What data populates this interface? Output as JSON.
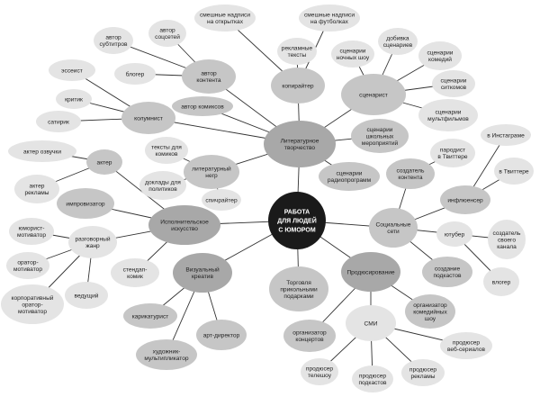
{
  "title": "РАБОТА ДЛЯ ЛЮДЕЙ С ЮМОРОМ",
  "colors": {
    "root": "#1a1a1a",
    "level1": "#a8a8a8",
    "level2": "#c6c6c6",
    "level3": "#e4e4e4"
  },
  "nodes": [
    {
      "id": "root",
      "lines": [
        "РАБОТА",
        "ДЛЯ ЛЮДЕЙ",
        "С ЮМОРОМ"
      ],
      "level": "root"
    },
    {
      "id": "lit",
      "parent": "root",
      "lines": [
        "Литературное",
        "творчество"
      ],
      "level": "level1"
    },
    {
      "id": "copy",
      "parent": "lit",
      "lines": [
        "копирайтер"
      ],
      "level": "level2"
    },
    {
      "id": "adtexts",
      "parent": "copy",
      "lines": [
        "рекламные",
        "тексты"
      ],
      "level": "level3"
    },
    {
      "id": "tshirts",
      "parent": "copy",
      "lines": [
        "смешные надписи",
        "на футболках"
      ],
      "level": "level3"
    },
    {
      "id": "cards",
      "parent": "copy",
      "lines": [
        "смешные надписи",
        "на открытках"
      ],
      "level": "level3"
    },
    {
      "id": "script",
      "parent": "lit",
      "lines": [
        "сценарист"
      ],
      "level": "level2"
    },
    {
      "id": "night",
      "parent": "script",
      "lines": [
        "сценарии",
        "ночных шоу"
      ],
      "level": "level3"
    },
    {
      "id": "dobivka",
      "parent": "script",
      "lines": [
        "добивка",
        "сценариев"
      ],
      "level": "level3"
    },
    {
      "id": "comedies",
      "parent": "script",
      "lines": [
        "сценарии",
        "комедий"
      ],
      "level": "level3"
    },
    {
      "id": "sitcoms",
      "parent": "script",
      "lines": [
        "сценарии",
        "ситкомов"
      ],
      "level": "level3"
    },
    {
      "id": "cartoons",
      "parent": "script",
      "lines": [
        "сценарии",
        "мультфильмов"
      ],
      "level": "level3"
    },
    {
      "id": "school",
      "parent": "lit",
      "lines": [
        "сценарии",
        "школьных",
        "мероприятий"
      ],
      "level": "level2"
    },
    {
      "id": "radio",
      "parent": "lit",
      "lines": [
        "сценарии",
        "радиопрограмм"
      ],
      "level": "level2"
    },
    {
      "id": "content",
      "parent": "lit",
      "lines": [
        "автор",
        "контента"
      ],
      "level": "level2"
    },
    {
      "id": "subs",
      "parent": "content",
      "lines": [
        "автор",
        "субтитров"
      ],
      "level": "level3"
    },
    {
      "id": "socnet",
      "parent": "content",
      "lines": [
        "автор",
        "соцсетей"
      ],
      "level": "level3"
    },
    {
      "id": "blogger",
      "parent": "content",
      "lines": [
        "блогер"
      ],
      "level": "level3"
    },
    {
      "id": "column",
      "parent": "lit",
      "lines": [
        "колумнист"
      ],
      "level": "level2"
    },
    {
      "id": "essay",
      "parent": "column",
      "lines": [
        "эссеист"
      ],
      "level": "level3"
    },
    {
      "id": "critic",
      "parent": "column",
      "lines": [
        "критик"
      ],
      "level": "level3"
    },
    {
      "id": "satire",
      "parent": "column",
      "lines": [
        "сатирик"
      ],
      "level": "level3"
    },
    {
      "id": "comics",
      "parent": "lit",
      "lines": [
        "автор комиксов"
      ],
      "level": "level2"
    },
    {
      "id": "ghost",
      "parent": "lit",
      "lines": [
        "литературный",
        "негр"
      ],
      "level": "level2"
    },
    {
      "id": "comictexts",
      "parent": "ghost",
      "lines": [
        "тексты для",
        "комиков"
      ],
      "level": "level3"
    },
    {
      "id": "politics",
      "parent": "ghost",
      "lines": [
        "доклады для",
        "политиков"
      ],
      "level": "level3"
    },
    {
      "id": "speech",
      "parent": "ghost",
      "lines": [
        "спичрайтер"
      ],
      "level": "level3"
    },
    {
      "id": "perf",
      "parent": "root",
      "lines": [
        "Исполнительское",
        "искусство"
      ],
      "level": "level1"
    },
    {
      "id": "actor",
      "parent": "perf",
      "lines": [
        "актер"
      ],
      "level": "level2"
    },
    {
      "id": "voice",
      "parent": "actor",
      "lines": [
        "актер озвучки"
      ],
      "level": "level3"
    },
    {
      "id": "adactor",
      "parent": "actor",
      "lines": [
        "актер",
        "рекламы"
      ],
      "level": "level3"
    },
    {
      "id": "improv",
      "parent": "perf",
      "lines": [
        "импровизатор"
      ],
      "level": "level2"
    },
    {
      "id": "talk",
      "parent": "perf",
      "lines": [
        "разговорный",
        "жанр"
      ],
      "level": "level3"
    },
    {
      "id": "humomot",
      "parent": "talk",
      "lines": [
        "юморист-",
        "мотиватор"
      ],
      "level": "level3"
    },
    {
      "id": "oratmot",
      "parent": "talk",
      "lines": [
        "оратор-",
        "мотиватор"
      ],
      "level": "level3"
    },
    {
      "id": "corpmot",
      "parent": "talk",
      "lines": [
        "корпоративный",
        "оратор-",
        "мотиватор"
      ],
      "level": "level3"
    },
    {
      "id": "host",
      "parent": "talk",
      "lines": [
        "ведущий"
      ],
      "level": "level3"
    },
    {
      "id": "standup",
      "parent": "perf",
      "lines": [
        "стендап-",
        "комик"
      ],
      "level": "level3"
    },
    {
      "id": "visual",
      "parent": "root",
      "lines": [
        "Визуальный",
        "креатив"
      ],
      "level": "level1"
    },
    {
      "id": "caricature",
      "parent": "visual",
      "lines": [
        "карикатурист"
      ],
      "level": "level2"
    },
    {
      "id": "animator",
      "parent": "visual",
      "lines": [
        "художник-",
        "мультипликатор"
      ],
      "level": "level2"
    },
    {
      "id": "artdir",
      "parent": "visual",
      "lines": [
        "арт-директор"
      ],
      "level": "level2"
    },
    {
      "id": "gifts",
      "parent": "root",
      "lines": [
        "Торговля",
        "прикольными",
        "подарками"
      ],
      "level": "level2"
    },
    {
      "id": "prod",
      "parent": "root",
      "lines": [
        "Продюсирование"
      ],
      "level": "level1"
    },
    {
      "id": "comshow",
      "parent": "prod",
      "lines": [
        "организатор",
        "комедийных",
        "шоу"
      ],
      "level": "level2"
    },
    {
      "id": "concerts",
      "parent": "prod",
      "lines": [
        "организатор",
        "концертов"
      ],
      "level": "level2"
    },
    {
      "id": "media",
      "parent": "prod",
      "lines": [
        "СМИ"
      ],
      "level": "level3"
    },
    {
      "id": "tvshow",
      "parent": "media",
      "lines": [
        "продюсер",
        "телешоу"
      ],
      "level": "level3"
    },
    {
      "id": "podprod",
      "parent": "media",
      "lines": [
        "продюсер",
        "подкастов"
      ],
      "level": "level3"
    },
    {
      "id": "adprod",
      "parent": "media",
      "lines": [
        "продюсер",
        "рекламы"
      ],
      "level": "level3"
    },
    {
      "id": "webser",
      "parent": "media",
      "lines": [
        "продюсер",
        "веб-сериалов"
      ],
      "level": "level3"
    },
    {
      "id": "social",
      "parent": "root",
      "lines": [
        "Социальные",
        "сети"
      ],
      "level": "level2"
    },
    {
      "id": "creator",
      "parent": "social",
      "lines": [
        "создатель",
        "контента"
      ],
      "level": "level2"
    },
    {
      "id": "parody",
      "parent": "creator",
      "lines": [
        "пародист",
        "в Твиттере"
      ],
      "level": "level3"
    },
    {
      "id": "influ",
      "parent": "social",
      "lines": [
        "инфлюенсер"
      ],
      "level": "level2"
    },
    {
      "id": "insta",
      "parent": "influ",
      "lines": [
        "в Инстаграме"
      ],
      "level": "level3"
    },
    {
      "id": "twitter",
      "parent": "influ",
      "lines": [
        "в Твиттере"
      ],
      "level": "level3"
    },
    {
      "id": "youtube",
      "parent": "social",
      "lines": [
        "ютубер"
      ],
      "level": "level3"
    },
    {
      "id": "channel",
      "parent": "youtube",
      "lines": [
        "создатель",
        "своего",
        "канала"
      ],
      "level": "level3"
    },
    {
      "id": "vlog",
      "parent": "youtube",
      "lines": [
        "влогер"
      ],
      "level": "level3"
    },
    {
      "id": "podcasts",
      "parent": "social",
      "lines": [
        "создание",
        "подкастов"
      ],
      "level": "level2"
    }
  ]
}
